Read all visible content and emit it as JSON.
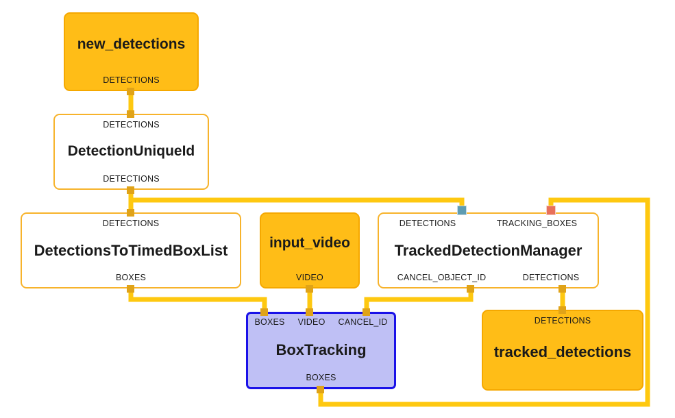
{
  "graph": {
    "title": "BoxTracking calculator graph",
    "background": "#ffffff",
    "colors": {
      "edge": "#fec810",
      "port": "#e0a318",
      "source_fill": "#ffbd17",
      "source_border": "#f5a800",
      "calculator_fill": "#ffffff",
      "calculator_border": "#f7b32b",
      "subgraph_fill": "#bfc0f5",
      "subgraph_border": "#1a11e8",
      "port_detections_highlight": "#5e9cb2",
      "port_tracking_boxes_highlight": "#e8705a"
    }
  },
  "nodes": [
    {
      "id": "new_detections",
      "title": "new_detections",
      "kind": "source",
      "inputs": [],
      "outputs": [
        "DETECTIONS"
      ]
    },
    {
      "id": "detection_unique_id",
      "title": "DetectionUniqueId",
      "kind": "calculator",
      "inputs": [
        "DETECTIONS"
      ],
      "outputs": [
        "DETECTIONS"
      ]
    },
    {
      "id": "detections_to_timed_box_list",
      "title": "DetectionsToTimedBoxList",
      "kind": "calculator",
      "inputs": [
        "DETECTIONS"
      ],
      "outputs": [
        "BOXES"
      ]
    },
    {
      "id": "input_video",
      "title": "input_video",
      "kind": "source",
      "inputs": [],
      "outputs": [
        "VIDEO"
      ]
    },
    {
      "id": "tracked_detection_manager",
      "title": "TrackedDetectionManager",
      "kind": "calculator",
      "inputs": [
        "DETECTIONS",
        "TRACKING_BOXES"
      ],
      "outputs": [
        "CANCEL_OBJECT_ID",
        "DETECTIONS"
      ]
    },
    {
      "id": "box_tracking",
      "title": "BoxTracking",
      "kind": "subgraph",
      "inputs": [
        "BOXES",
        "VIDEO",
        "CANCEL_ID"
      ],
      "outputs": [
        "BOXES"
      ]
    },
    {
      "id": "tracked_detections",
      "title": "tracked_detections",
      "kind": "source",
      "inputs": [
        "DETECTIONS"
      ],
      "outputs": []
    }
  ],
  "edges": [
    {
      "from": "new_detections.DETECTIONS",
      "to": "detection_unique_id.DETECTIONS"
    },
    {
      "from": "detection_unique_id.DETECTIONS",
      "to": "detections_to_timed_box_list.DETECTIONS"
    },
    {
      "from": "detection_unique_id.DETECTIONS",
      "to": "tracked_detection_manager.DETECTIONS"
    },
    {
      "from": "detections_to_timed_box_list.BOXES",
      "to": "box_tracking.BOXES"
    },
    {
      "from": "input_video.VIDEO",
      "to": "box_tracking.VIDEO"
    },
    {
      "from": "tracked_detection_manager.CANCEL_OBJECT_ID",
      "to": "box_tracking.CANCEL_ID"
    },
    {
      "from": "tracked_detection_manager.DETECTIONS",
      "to": "tracked_detections.DETECTIONS"
    },
    {
      "from": "box_tracking.BOXES",
      "to": "tracked_detection_manager.TRACKING_BOXES"
    }
  ],
  "labels": {
    "new_detections_title": "new_detections",
    "new_detections_out": "DETECTIONS",
    "detection_unique_id_title": "DetectionUniqueId",
    "detection_unique_id_in": "DETECTIONS",
    "detection_unique_id_out": "DETECTIONS",
    "detections_to_timed_box_list_title": "DetectionsToTimedBoxList",
    "detections_to_timed_box_list_in": "DETECTIONS",
    "detections_to_timed_box_list_out": "BOXES",
    "input_video_title": "input_video",
    "input_video_out": "VIDEO",
    "tracked_detection_manager_title": "TrackedDetectionManager",
    "tracked_detection_manager_in_1": "DETECTIONS",
    "tracked_detection_manager_in_2": "TRACKING_BOXES",
    "tracked_detection_manager_out_1": "CANCEL_OBJECT_ID",
    "tracked_detection_manager_out_2": "DETECTIONS",
    "box_tracking_title": "BoxTracking",
    "box_tracking_in_1": "BOXES",
    "box_tracking_in_2": "VIDEO",
    "box_tracking_in_3": "CANCEL_ID",
    "box_tracking_out": "BOXES",
    "tracked_detections_title": "tracked_detections",
    "tracked_detections_in": "DETECTIONS"
  }
}
